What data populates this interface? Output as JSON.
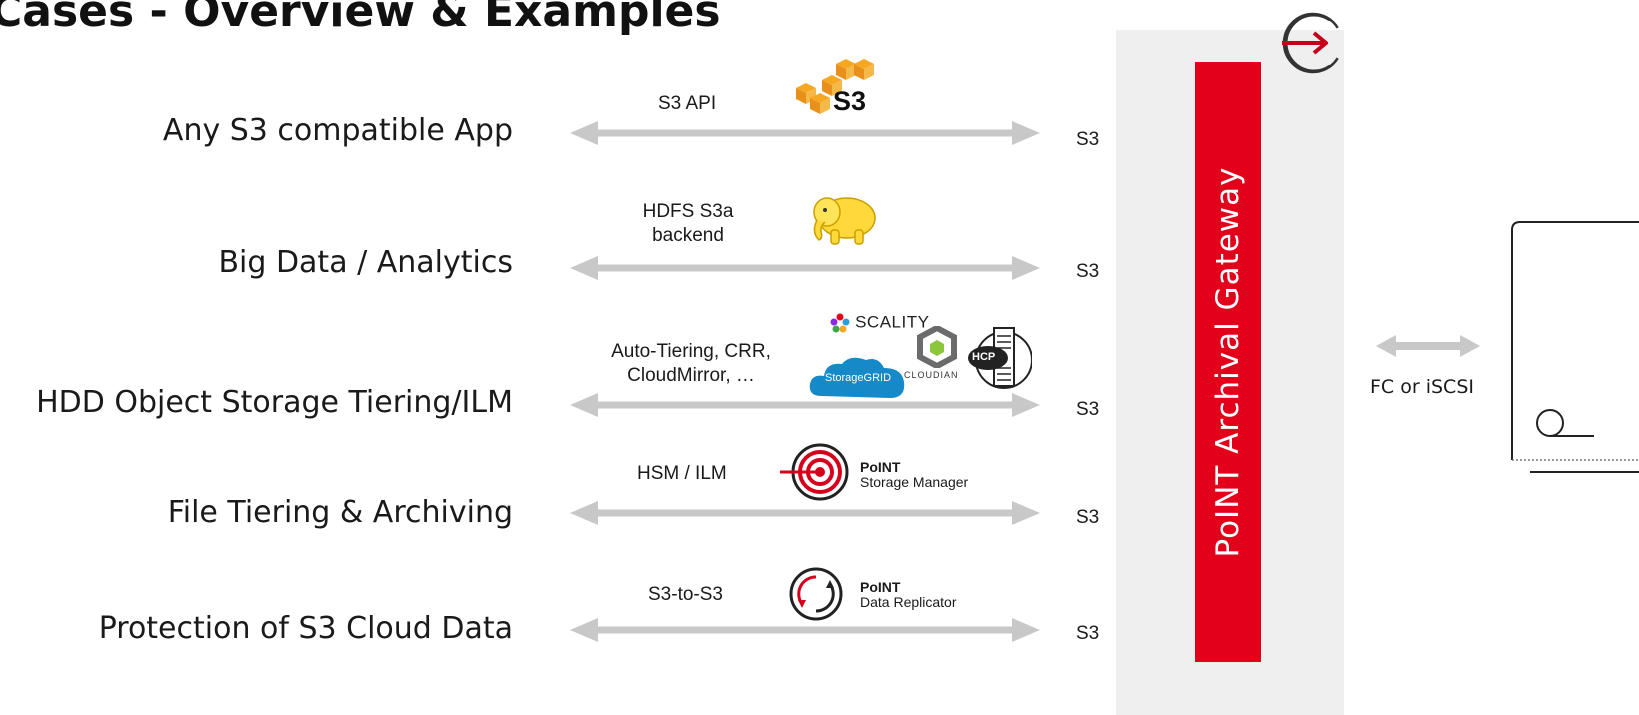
{
  "title": "Cases - Overview & Examples",
  "rows": [
    {
      "use_case": "Any S3 compatible App",
      "protocol": "S3 API",
      "endpoint": "S3"
    },
    {
      "use_case": "Big Data / Analytics",
      "protocol_line1": "HDFS S3a",
      "protocol_line2": "backend",
      "endpoint": "S3"
    },
    {
      "use_case": "HDD Object Storage Tiering/ILM",
      "protocol_line1": "Auto-Tiering, CRR,",
      "protocol_line2": "CloudMirror, …",
      "endpoint": "S3"
    },
    {
      "use_case": "File Tiering & Archiving",
      "protocol": "HSM / ILM",
      "endpoint": "S3"
    },
    {
      "use_case": "Protection of S3 Cloud Data",
      "protocol": "S3-to-S3",
      "endpoint": "S3"
    }
  ],
  "gateway_label": "PoINT Archival Gateway",
  "connection_label": "FC or iSCSI",
  "logos": {
    "s3": "S3",
    "scality": "SCALITY",
    "storagegrid": "StorageGRID",
    "cloudian": "CLOUDIAN",
    "hcp": "HCP",
    "storage_manager_brand": "PoINT",
    "storage_manager_name": "Storage Manager",
    "data_replicator_brand": "PoINT",
    "data_replicator_name": "Data Replicator"
  },
  "colors": {
    "accent_red": "#e2001a",
    "arrow_gray": "#c8c8c8",
    "panel_gray": "#efefef",
    "aws_orange": "#f7a823"
  },
  "icons": [
    "exit-arrow-icon",
    "amazon-s3-logo",
    "hadoop-elephant-logo",
    "scality-logo",
    "storagegrid-logo",
    "cloudian-logo",
    "hcp-logo",
    "target-logo",
    "replicator-logo",
    "tape-library-icon"
  ]
}
